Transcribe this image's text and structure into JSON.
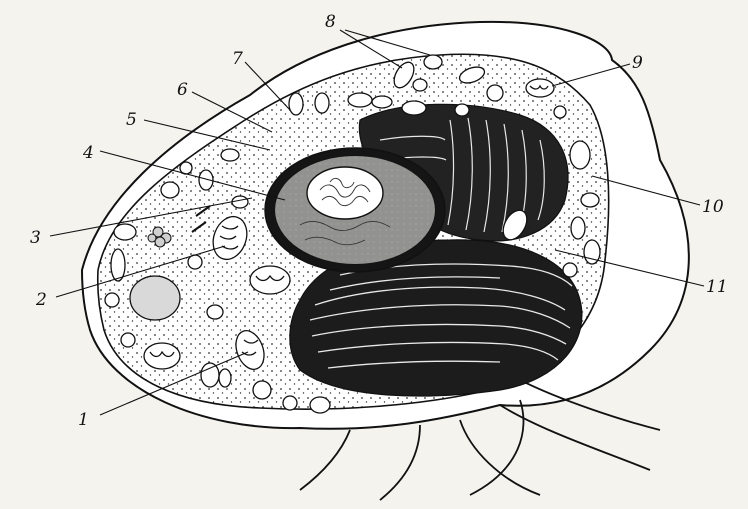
{
  "figure": {
    "colors": {
      "paper": "#f4f3ee",
      "ink": "#111111",
      "cytoplasm": "#ffffff",
      "nucleus": "#fafaf5"
    },
    "callouts": [
      {
        "id": "1",
        "label": "1"
      },
      {
        "id": "2",
        "label": "2"
      },
      {
        "id": "3",
        "label": "3"
      },
      {
        "id": "4",
        "label": "4"
      },
      {
        "id": "5",
        "label": "5"
      },
      {
        "id": "6",
        "label": "6"
      },
      {
        "id": "7",
        "label": "7"
      },
      {
        "id": "8",
        "label": "8"
      },
      {
        "id": "9",
        "label": "9"
      },
      {
        "id": "10",
        "label": "10"
      },
      {
        "id": "11",
        "label": "11"
      }
    ]
  }
}
